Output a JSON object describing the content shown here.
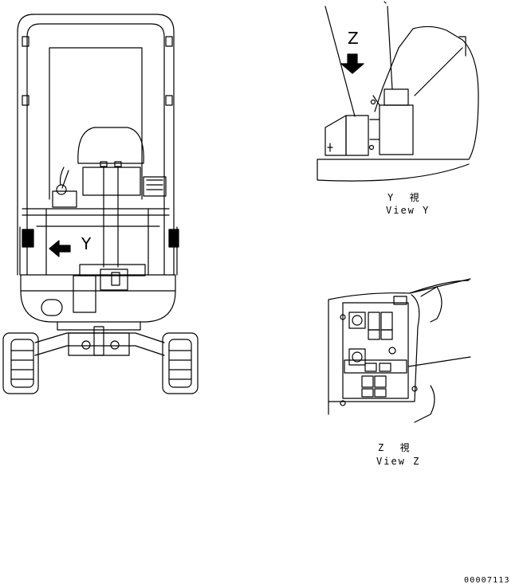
{
  "arrow_labels": {
    "view_y_arrow": "Y",
    "view_z_arrow": "Z"
  },
  "view_y": {
    "jp": "Y  視",
    "en": "View Y"
  },
  "view_z": {
    "jp": "Z  視",
    "en": "View Z"
  },
  "drawing_number": "00007113",
  "line_color": "#000000"
}
